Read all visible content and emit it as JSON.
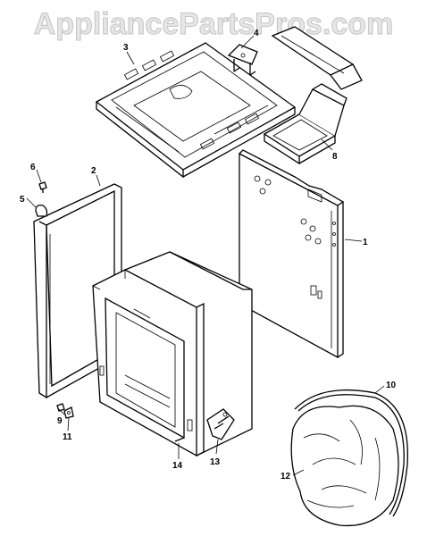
{
  "watermark": {
    "text": "AppliancePartsPros.com"
  },
  "parts": {
    "p1": "1",
    "p2": "2",
    "p3": "3",
    "p4": "4",
    "p5": "5",
    "p6": "6",
    "p8": "8",
    "p9": "9",
    "p10": "10",
    "p11": "11",
    "p12": "12",
    "p13": "13",
    "p14": "14"
  }
}
